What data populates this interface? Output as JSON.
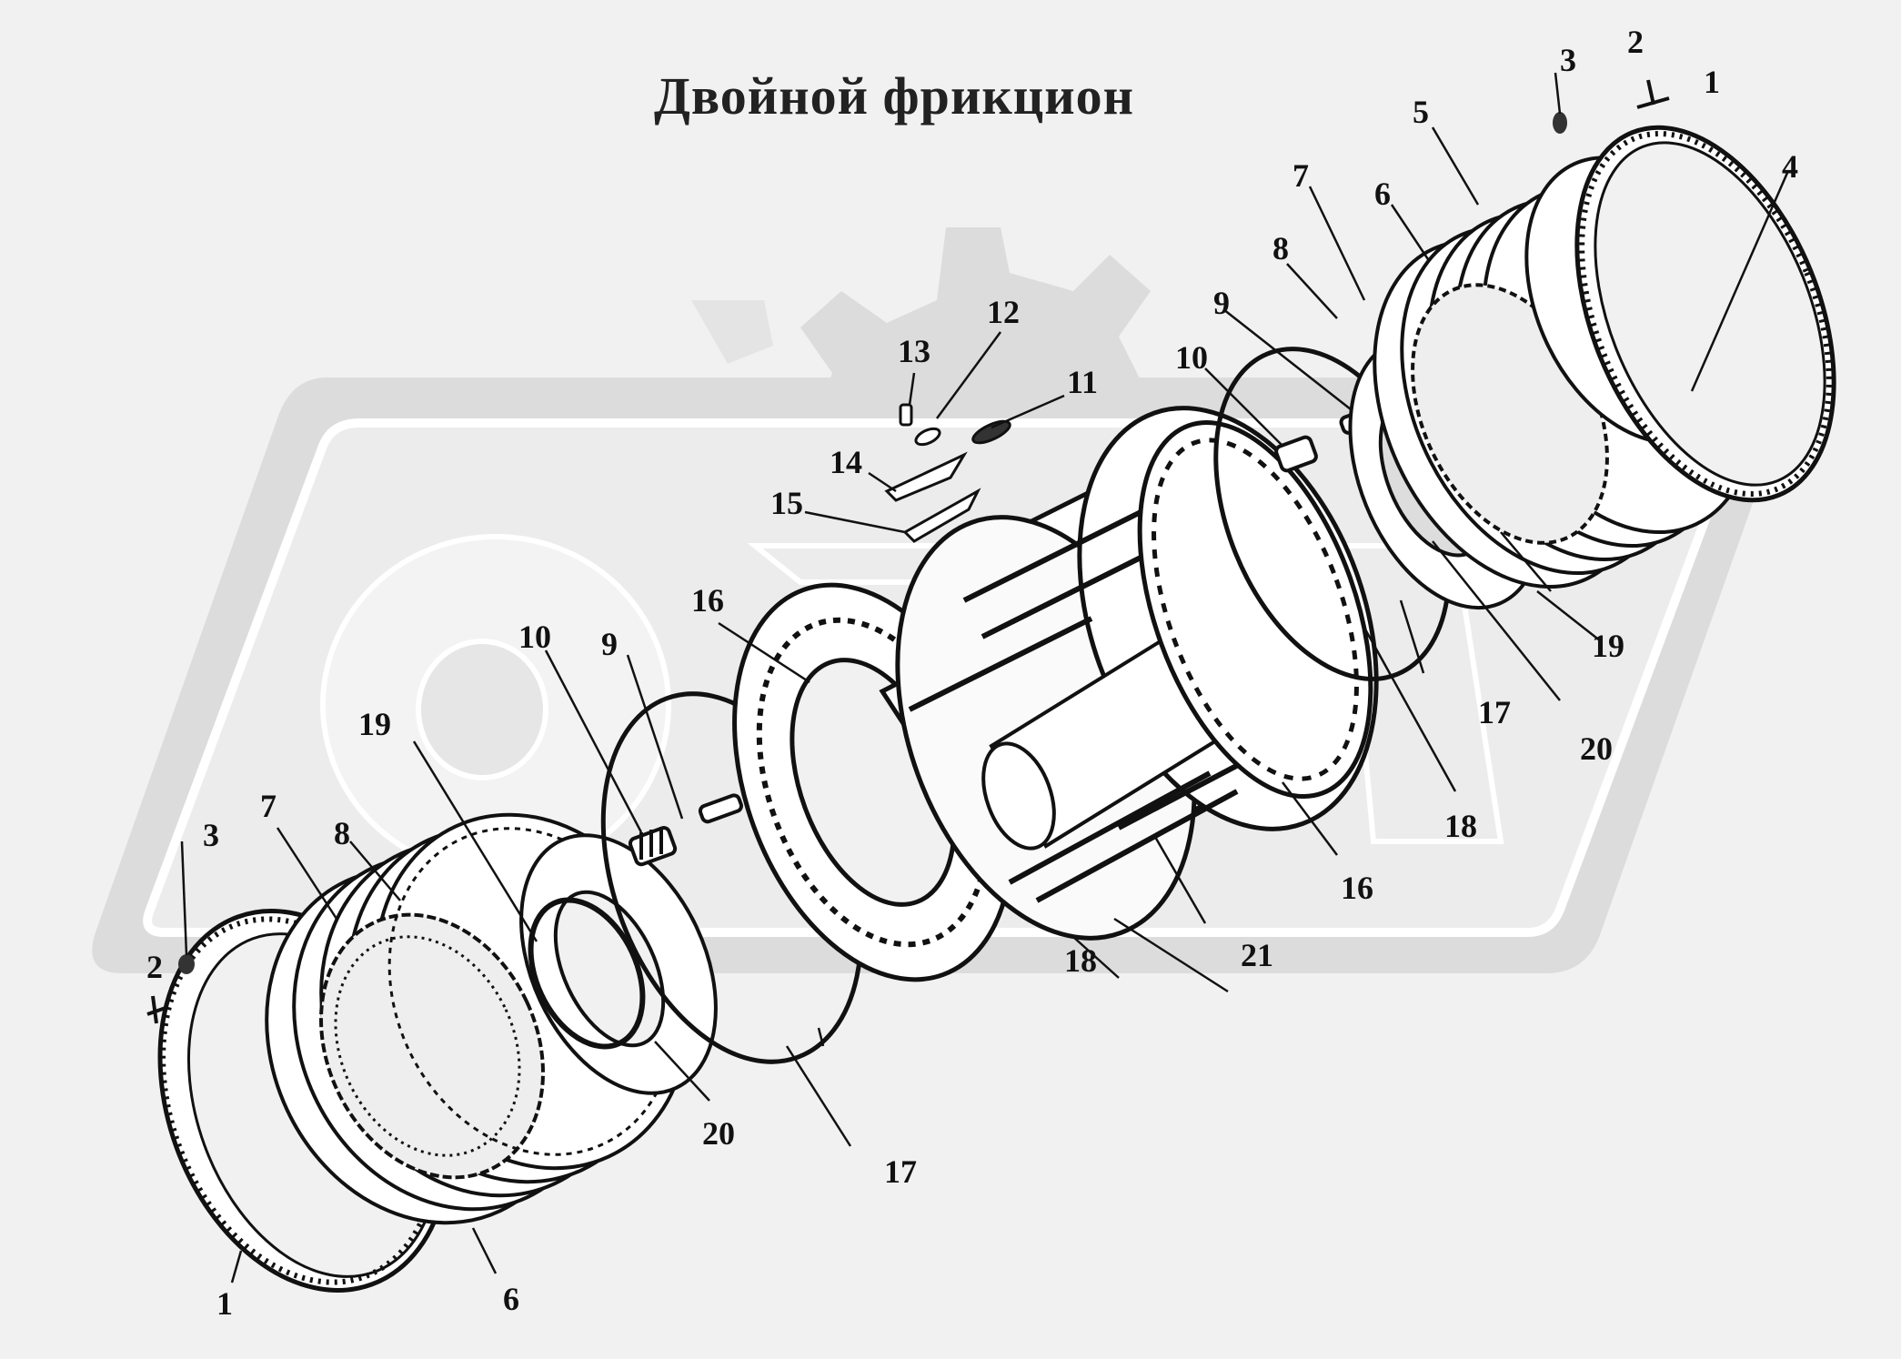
{
  "title": "Двойной фрикцион",
  "colors": {
    "background": "#f1f1f1",
    "watermark": "#dcdcdc",
    "ink": "#111111",
    "part_fill": "#ffffff"
  },
  "callouts": [
    {
      "id": "c1a",
      "label": "1"
    },
    {
      "id": "c2a",
      "label": "2"
    },
    {
      "id": "c3a",
      "label": "3"
    },
    {
      "id": "c4",
      "label": "4"
    },
    {
      "id": "c5",
      "label": "5"
    },
    {
      "id": "c6a",
      "label": "6"
    },
    {
      "id": "c7a",
      "label": "7"
    },
    {
      "id": "c8a",
      "label": "8"
    },
    {
      "id": "c9a",
      "label": "9"
    },
    {
      "id": "c10a",
      "label": "10"
    },
    {
      "id": "c11",
      "label": "11"
    },
    {
      "id": "c12",
      "label": "12"
    },
    {
      "id": "c13",
      "label": "13"
    },
    {
      "id": "c14",
      "label": "14"
    },
    {
      "id": "c15",
      "label": "15"
    },
    {
      "id": "c16a",
      "label": "16"
    },
    {
      "id": "c16b",
      "label": "16"
    },
    {
      "id": "c17a",
      "label": "17"
    },
    {
      "id": "c17b",
      "label": "17"
    },
    {
      "id": "c18a",
      "label": "18"
    },
    {
      "id": "c18b",
      "label": "18"
    },
    {
      "id": "c19a",
      "label": "19"
    },
    {
      "id": "c19b",
      "label": "19"
    },
    {
      "id": "c20a",
      "label": "20"
    },
    {
      "id": "c20b",
      "label": "20"
    },
    {
      "id": "c21",
      "label": "21"
    },
    {
      "id": "c1b",
      "label": "1"
    },
    {
      "id": "c2b",
      "label": "2"
    },
    {
      "id": "c3b",
      "label": "3"
    },
    {
      "id": "c6b",
      "label": "6"
    },
    {
      "id": "c7b",
      "label": "7"
    },
    {
      "id": "c8b",
      "label": "8"
    },
    {
      "id": "c9b",
      "label": "9"
    },
    {
      "id": "c10b",
      "label": "10"
    }
  ]
}
